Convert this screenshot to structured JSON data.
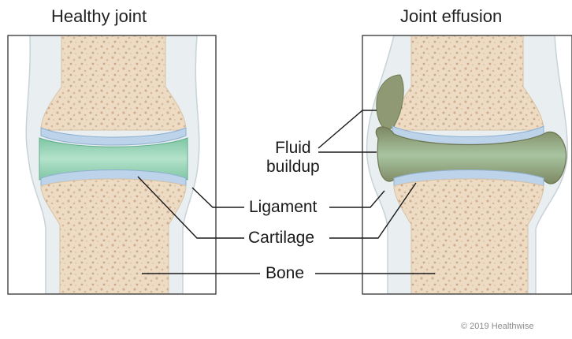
{
  "panels": {
    "left_title": "Healthy joint",
    "right_title": "Joint effusion"
  },
  "labels": {
    "fluid_line1": "Fluid",
    "fluid_line2": "buildup",
    "ligament": "Ligament",
    "cartilage": "Cartilage",
    "bone": "Bone"
  },
  "copyright": "© 2019 Healthwise",
  "colors": {
    "bone": "#eedbc3",
    "bone_speckle": "#c9a98a",
    "cartilage": "#bcd3ea",
    "synovial_fluid": "#8fd0b2",
    "effusion_fluid": "#8f9a74",
    "ligament": "#e9eef1",
    "frame": "#333333",
    "leader": "#1a1a1a"
  }
}
